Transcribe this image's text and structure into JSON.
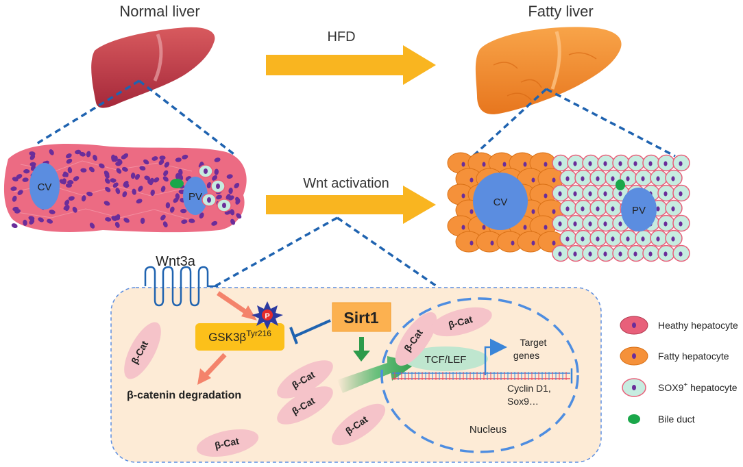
{
  "titles": {
    "normal_liver": "Normal liver",
    "fatty_liver": "Fatty liver"
  },
  "arrows": {
    "hfd": "HFD",
    "wnt_activation": "Wnt activation"
  },
  "tissue": {
    "cv": "CV",
    "pv": "PV"
  },
  "pathway": {
    "wnt3a": "Wnt3a",
    "gsk3b": "GSK3β",
    "gsk3b_sup": "Tyr216",
    "phospho": "P",
    "sirt1": "Sirt1",
    "bcat": "β-Cat",
    "degradation": "β-catenin degradation",
    "tcf_lef": "TCF/LEF",
    "target_genes_line1": "Target",
    "target_genes_line2": "genes",
    "cyclin_line1": "Cyclin D1,",
    "cyclin_line2": "Sox9…",
    "nucleus": "Nucleus"
  },
  "legend": {
    "items": [
      {
        "label": "Heathy hepatocyte",
        "color": "#e8607a"
      },
      {
        "label": "Fatty hepatocyte",
        "color": "#f5913a"
      },
      {
        "label": "SOX9",
        "sup": "+",
        "suffix": " hepatocyte",
        "color": "#c6ece0"
      },
      {
        "label": "Bile duct",
        "color": "#1aa74a"
      }
    ]
  },
  "colors": {
    "healthy_cell": "#e8607a",
    "healthy_tissue": "#ec6b83",
    "nucleus_dot": "#6a2d9a",
    "vein": "#5b8de0",
    "fatty_cell": "#f5913a",
    "sox9_cell": "#c6ece0",
    "bile_duct": "#1aa74a",
    "arrow": "#f9b520",
    "dash_blue": "#1f63b0",
    "panel_bg": "#fdebd6",
    "bcat_fill": "#f5c3c9",
    "gsk_box": "#fcc01a",
    "sirt_box": "#fcb150",
    "salmon_arrow": "#f4836b",
    "green_arrow": "#2d9a4a",
    "tcf_fill": "#bfe6cf"
  }
}
